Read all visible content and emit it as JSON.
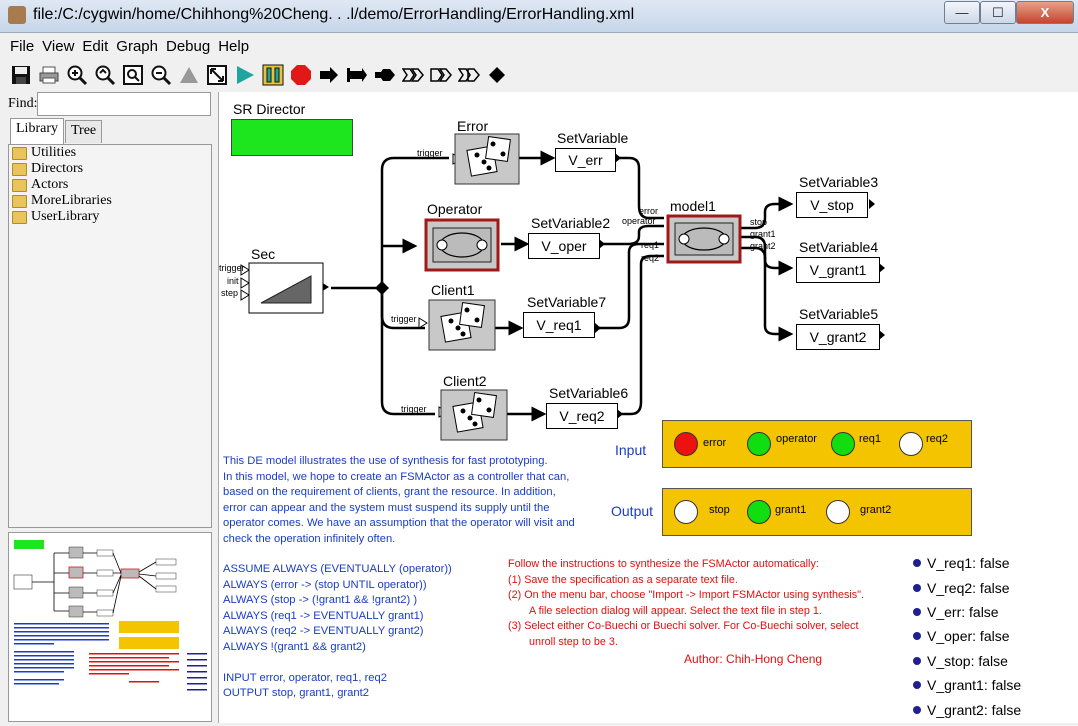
{
  "window": {
    "title": "file:/C:/cygwin/home/Chihhong%20Cheng. . .l/demo/ErrorHandling/ErrorHandling.xml",
    "min_symbol": "—",
    "max_symbol": "☐",
    "close_symbol": "X"
  },
  "menu": [
    "File",
    "View",
    "Edit",
    "Graph",
    "Debug",
    "Help"
  ],
  "toolbar_icons": [
    "save-icon",
    "print-icon",
    "zoom-in-icon",
    "zoom-reset-icon",
    "zoom-fit-icon",
    "zoom-out-icon",
    "zoom-pan-icon",
    "full-screen-icon",
    "run-icon",
    "pause-icon",
    "stop-icon",
    "arrow-icon",
    "bar-icon",
    "hexagon-icon",
    "multiport-icon",
    "multiport-icon",
    "multiport-icon",
    "diamond-icon"
  ],
  "sidebar": {
    "find_label": "Find:",
    "find_value": "",
    "tabs": [
      "Library",
      "Tree"
    ],
    "items": [
      "Utilities",
      "Directors",
      "Actors",
      "MoreLibraries",
      "UserLibrary"
    ]
  },
  "model": {
    "director_label": "SR Director",
    "director_color": "#1ee61e",
    "sec_label": "Sec",
    "sec_ports": [
      "trigger",
      "init",
      "step"
    ],
    "actors": {
      "error": "Error",
      "operator": "Operator",
      "client1": "Client1",
      "client2": "Client2",
      "model1": "model1"
    },
    "trigger_label": "trigger",
    "model1_inputs": [
      "error",
      "operator",
      "req1",
      "req2"
    ],
    "model1_outputs": [
      "stop",
      "grant1",
      "grant2"
    ],
    "setvars": {
      "sv": {
        "title": "SetVariable",
        "value": "V_err"
      },
      "sv2": {
        "title": "SetVariable2",
        "value": "V_oper"
      },
      "sv7": {
        "title": "SetVariable7",
        "value": "V_req1"
      },
      "sv6": {
        "title": "SetVariable6",
        "value": "V_req2"
      },
      "sv3": {
        "title": "SetVariable3",
        "value": "V_stop"
      },
      "sv4": {
        "title": "SetVariable4",
        "value": "V_grant1"
      },
      "sv5": {
        "title": "SetVariable5",
        "value": "V_grant2"
      }
    }
  },
  "input_panel": {
    "label": "Input",
    "color": "#f5c400",
    "items": [
      {
        "name": "error",
        "color": "#ee1111"
      },
      {
        "name": "operator",
        "color": "#11dd11"
      },
      {
        "name": "req1",
        "color": "#11dd11"
      },
      {
        "name": "req2",
        "color": "#ffffff"
      }
    ]
  },
  "output_panel": {
    "label": "Output",
    "color": "#f5c400",
    "items": [
      {
        "name": "stop",
        "color": "#ffffff"
      },
      {
        "name": "grant1",
        "color": "#11dd11"
      },
      {
        "name": "grant2",
        "color": "#ffffff"
      }
    ]
  },
  "description": [
    "This DE model illustrates the use of synthesis for fast prototyping.",
    "In this model, we hope to create an FSMActor as a controller that can,",
    "based on the requirement of clients, grant the resource. In addition,",
    "error can appear and the system must suspend its supply until the",
    "operator comes. We have an assumption that the operator will visit and",
    "check the operation infinitely often."
  ],
  "spec": [
    "ASSUME ALWAYS (EVENTUALLY (operator))",
    "ALWAYS (error -> (stop UNTIL operator))",
    "ALWAYS (stop -> (!grant1 && !grant2) )",
    "ALWAYS (req1 -> EVENTUALLY grant1)",
    "ALWAYS (req2 -> EVENTUALLY grant2)",
    "ALWAYS !(grant1 && grant2)",
    "",
    "INPUT error, operator, req1, req2",
    "OUTPUT stop, grant1, grant2"
  ],
  "instructions": {
    "lines": [
      "Follow the instructions to synthesize the FSMActor automatically:",
      "(1) Save the specification as a separate text file.",
      "(2) On the menu bar, choose \"Import -> Import FSMActor using synthesis\".",
      "A file selection dialog will appear. Select the text file in step 1.",
      "(3) Select either Co-Buechi or Buechi solver. For Co-Buechi solver, select",
      "unroll step to be 3."
    ],
    "author": "Author: Chih-Hong Cheng"
  },
  "status": [
    "V_req1: false",
    "V_req2: false",
    "V_err: false",
    "V_oper: false",
    "V_stop: false",
    "V_grant1: false",
    "V_grant2: false"
  ]
}
